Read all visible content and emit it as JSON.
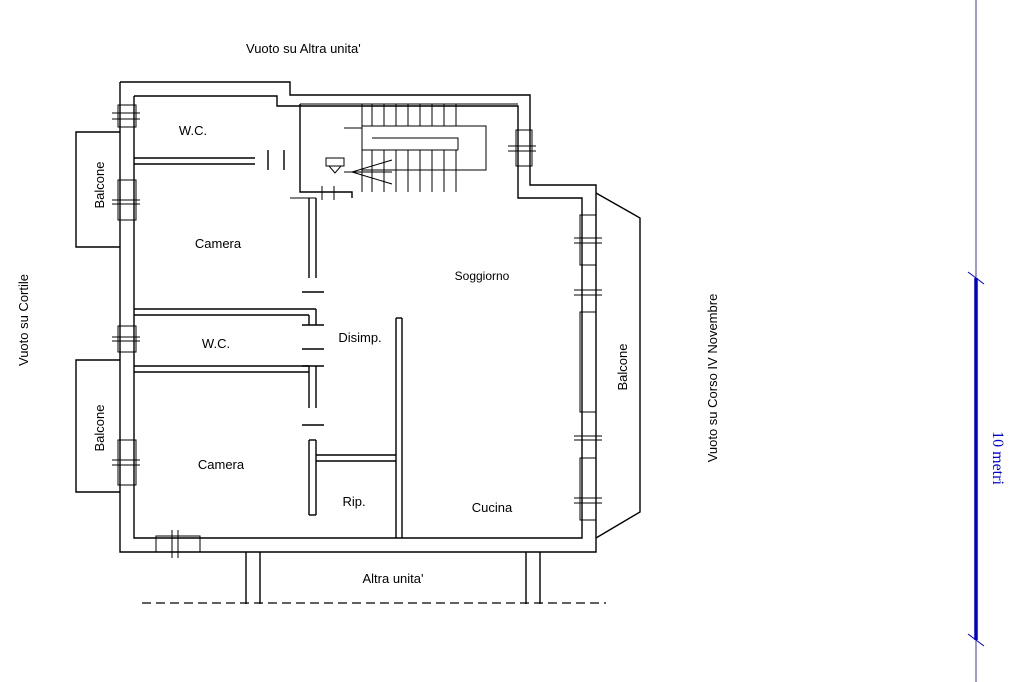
{
  "orientation": {
    "north": "Vuoto su Altra unita'",
    "west": "Vuoto su Cortile",
    "east": "Vuoto su Corso IV Novembre",
    "south": "Altra unita'"
  },
  "rooms": {
    "wc_top": "W.C.",
    "camera_top": "Camera",
    "wc_mid": "W.C.",
    "disimp": "Disimp.",
    "camera_bottom": "Camera",
    "rip": "Rip.",
    "soggiorno": "Soggiorno",
    "cucina": "Cucina"
  },
  "balconies": {
    "west_top": "Balcone",
    "west_bottom": "Balcone",
    "east": "Balcone"
  },
  "scale": {
    "label": "10 metri",
    "color": "#0000cc"
  }
}
